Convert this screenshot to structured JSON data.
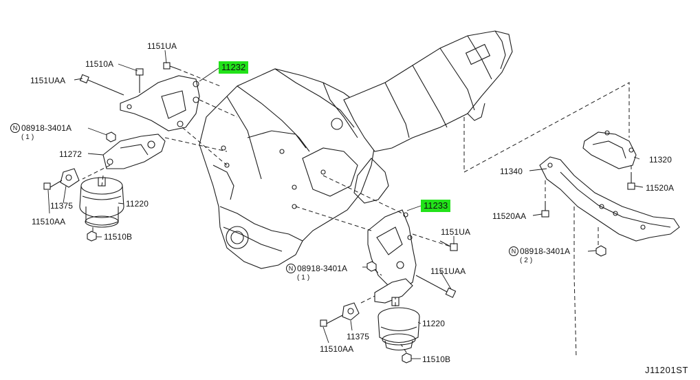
{
  "colors": {
    "highlight": "#22e21a",
    "ink": "#111111",
    "background": "#ffffff"
  },
  "diagram_ref": "J11201ST",
  "circle_symbol": "N",
  "parts": {
    "p1151ua_top": "1151UA",
    "p11510a": "11510A",
    "p1151uaa_left": "1151UAA",
    "p11232": "11232",
    "p08918_left": "08918-3401A",
    "qty_left": "( 1 )",
    "p11272": "11272",
    "p11375_left": "11375",
    "p11220_left": "11220",
    "p11510aa_left": "11510AA",
    "p11510b_left": "11510B",
    "p11233": "11233",
    "p1151ua_right": "1151UA",
    "p08918_mid": "08918-3401A",
    "qty_mid": "( 1 )",
    "p1151uaa_right": "1151UAA",
    "p11220_right": "11220",
    "p11375_right": "11375",
    "p11510aa_right": "11510AA",
    "p11510b_right": "11510B",
    "p11340": "11340",
    "p11320": "11320",
    "p11520a": "11520A",
    "p11520aa": "11520AA",
    "p08918_right": "08918-3401A",
    "qty_right": "( 2 )"
  }
}
